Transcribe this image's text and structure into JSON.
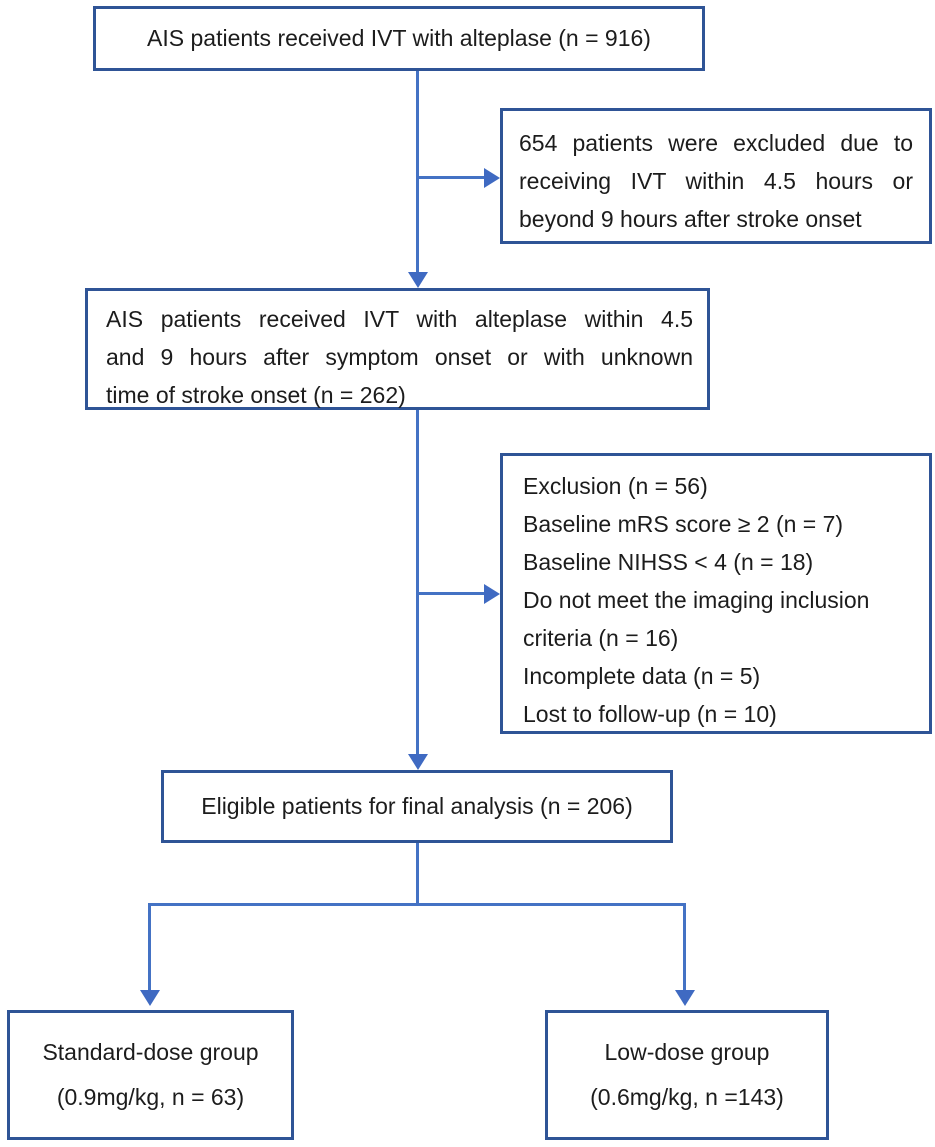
{
  "colors": {
    "box_border": "#2f5496",
    "connector": "#4472c4",
    "arrowhead": "#3f6ac2",
    "text": "#1c1c1c",
    "background": "#ffffff"
  },
  "nodes": {
    "initial": {
      "text": "AIS patients received IVT with alteplase (n = 916)"
    },
    "time_excluded": {
      "lines": [
        "654 patients were excluded due to",
        "receiving IVT within 4.5 hours or",
        "beyond 9 hours after stroke onset"
      ]
    },
    "extended_window": {
      "lines": [
        "AIS patients received IVT with alteplase within 4.5",
        "and 9 hours after symptom onset or with unknown",
        "time of stroke onset (n = 262)"
      ]
    },
    "exclusion": {
      "items": [
        "Exclusion (n = 56)",
        "Baseline mRS score ≥ 2 (n = 7)",
        "Baseline NIHSS < 4 (n = 18)",
        "Do not meet the imaging inclusion criteria (n = 16)",
        "Incomplete data (n = 5)",
        "Lost to follow-up (n = 10)"
      ]
    },
    "eligible": {
      "text": "Eligible patients for final analysis (n = 206)"
    },
    "standard_dose": {
      "lines": [
        "Standard-dose group",
        "(0.9mg/kg, n = 63)"
      ]
    },
    "low_dose": {
      "lines": [
        "Low-dose group",
        "(0.6mg/kg, n =143)"
      ]
    }
  }
}
